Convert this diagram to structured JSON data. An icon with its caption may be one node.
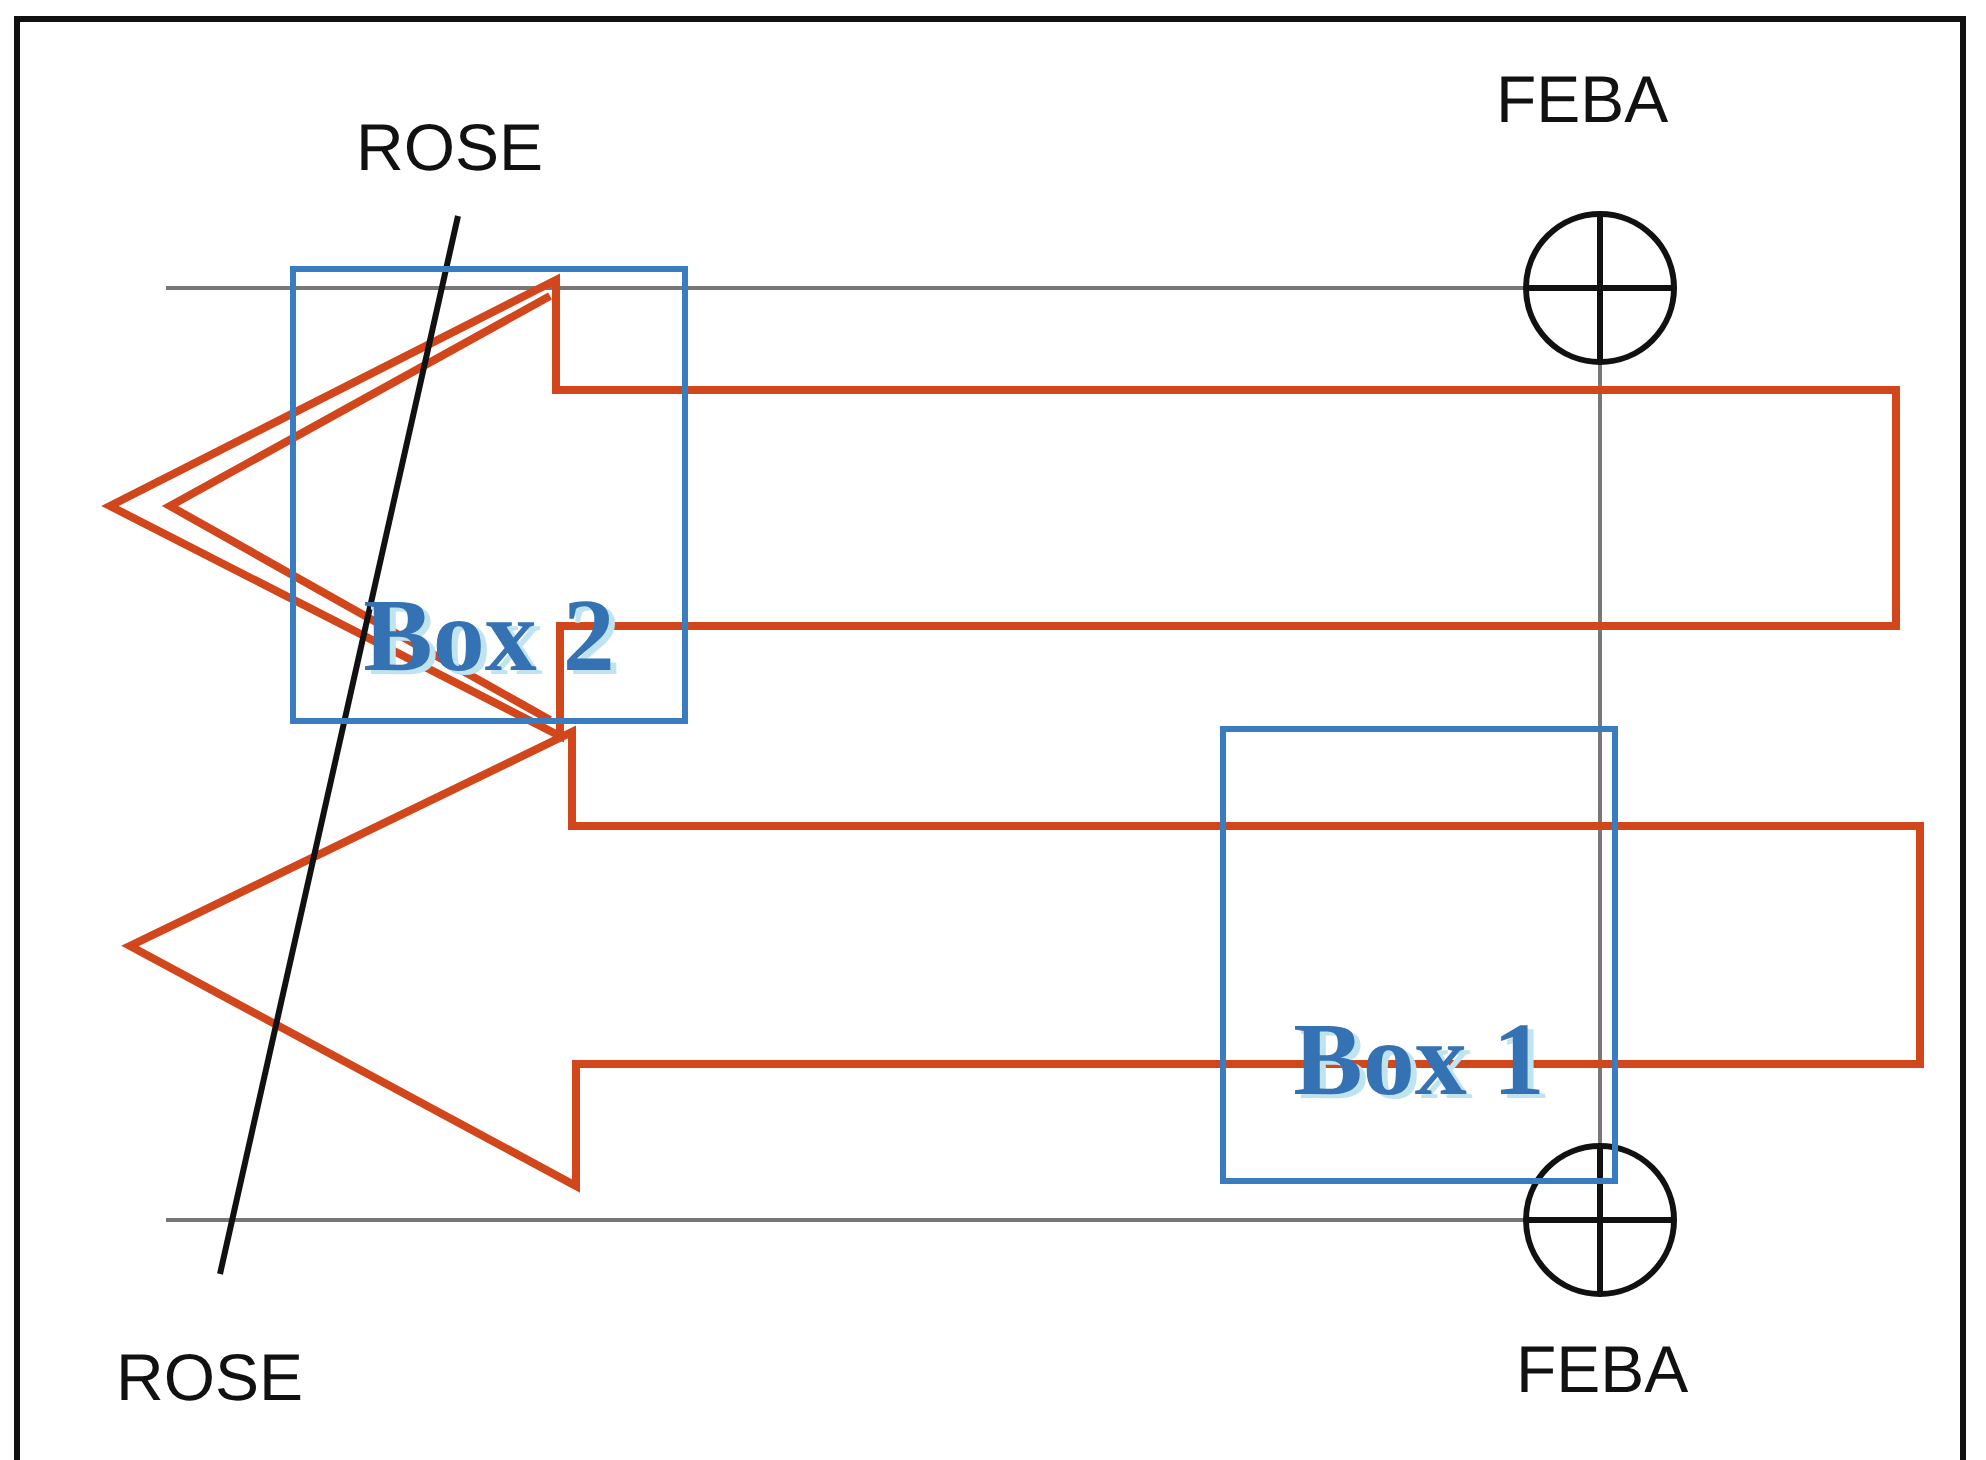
{
  "diagram": {
    "nodes": [
      {
        "text": [
          "Box 2"
        ]
      },
      {
        "text": [
          "Box 1"
        ]
      }
    ],
    "labels": [
      "FEBA",
      "ROSE",
      "ROSE",
      "FEBA"
    ]
  }
}
